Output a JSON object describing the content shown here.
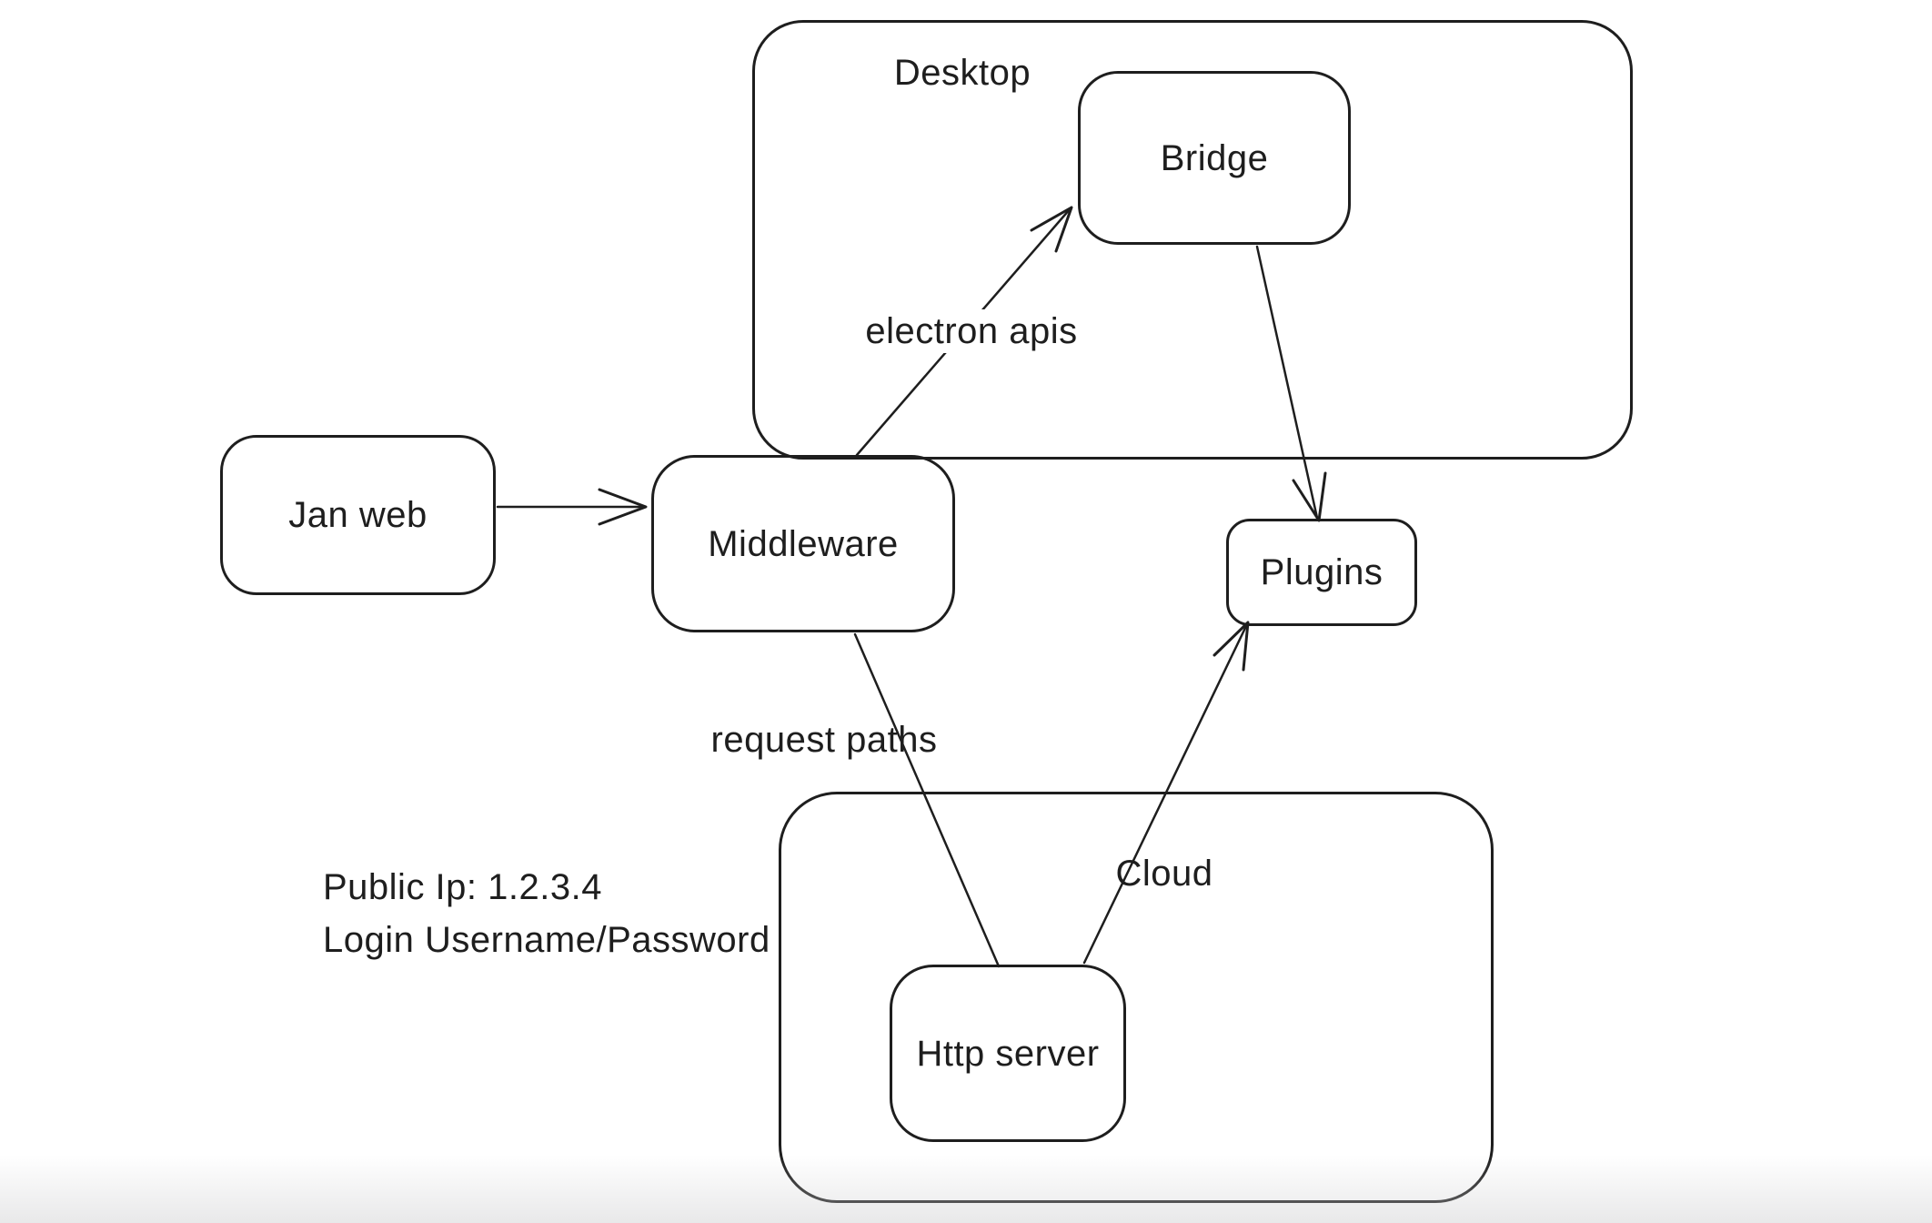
{
  "canvas": {
    "background_color": "#ffffff",
    "ink_color": "#1e1e1e"
  },
  "containers": {
    "desktop": {
      "label": "Desktop"
    },
    "cloud": {
      "label": "Cloud"
    }
  },
  "nodes": {
    "jan_web": {
      "label": "Jan web"
    },
    "middleware": {
      "label": "Middleware"
    },
    "bridge": {
      "label": "Bridge"
    },
    "plugins": {
      "label": "Plugins"
    },
    "http_server": {
      "label": "Http server"
    }
  },
  "edges": {
    "jan_web_to_middleware": {
      "from": "Jan web",
      "to": "Middleware",
      "label": ""
    },
    "middleware_to_bridge": {
      "from": "Middleware",
      "to": "Bridge",
      "label": "electron apis"
    },
    "bridge_to_plugins": {
      "from": "Bridge",
      "to": "Plugins",
      "label": ""
    },
    "middleware_to_http_server": {
      "from": "Middleware",
      "to": "Http server",
      "label": "request paths"
    },
    "http_server_to_plugins": {
      "from": "Http server",
      "to": "Plugins",
      "label": ""
    }
  },
  "annotations": {
    "public_ip": "Public Ip: 1.2.3.4",
    "login": "Login Username/Password"
  }
}
